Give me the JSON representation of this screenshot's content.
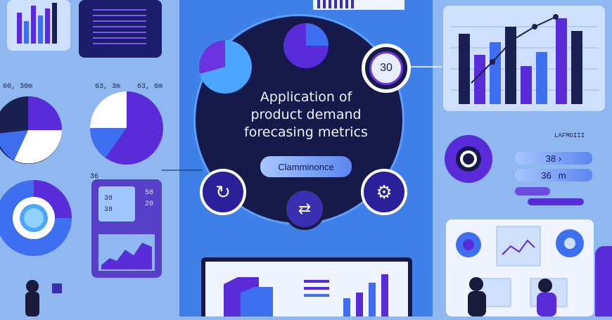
{
  "title": {
    "line1": "Application of",
    "line2": "product demand",
    "line3": "forecasing metrics"
  },
  "center_pill": "Clamminonce",
  "node_top_right_value": "30",
  "left_labels": {
    "a": "60, 30m",
    "b": "63, 3m",
    "c": "63, 6m",
    "d": "36"
  },
  "left_card": {
    "row1": "38",
    "row2": "38",
    "row3": "58",
    "row4": "20"
  },
  "right_panel": {
    "label": "LAFMOIII",
    "bar1_value": "38 ›",
    "bar2_value": "36",
    "bar2_unit": "m"
  },
  "colors": {
    "background": "#8fb8f0",
    "navy": "#1a2052",
    "violet": "#5a2bd8",
    "blue": "#3d6ff0",
    "light": "#cfe0ff"
  },
  "icons": [
    "pie-chart-icon",
    "gauge-icon",
    "swap-arrows-icon",
    "gear-icon",
    "refresh-icon"
  ]
}
